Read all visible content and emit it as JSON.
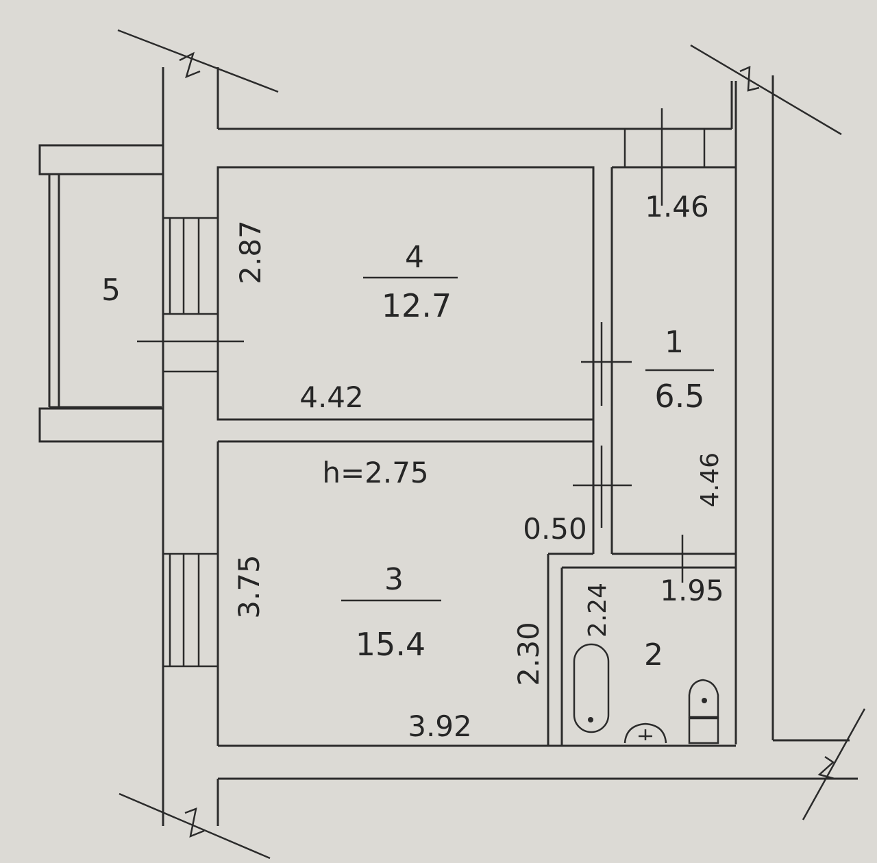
{
  "rooms": {
    "room_5": {
      "number": "5"
    },
    "room_4": {
      "number": "4",
      "area": "12.7"
    },
    "room_1": {
      "number": "1",
      "area": "6.5"
    },
    "room_3": {
      "number": "3",
      "area": "15.4"
    },
    "room_2": {
      "number": "2"
    }
  },
  "dimensions": {
    "r4_height": "2.87",
    "r4_width": "4.42",
    "ceiling": "h=2.75",
    "r1_top": "1.46",
    "r1_side": "4.46",
    "r3_height": "3.75",
    "r3_width": "3.92",
    "r3_notch": "0.50",
    "r3_side": "2.30",
    "r2_side": "2.24",
    "r2_top": "1.95"
  }
}
